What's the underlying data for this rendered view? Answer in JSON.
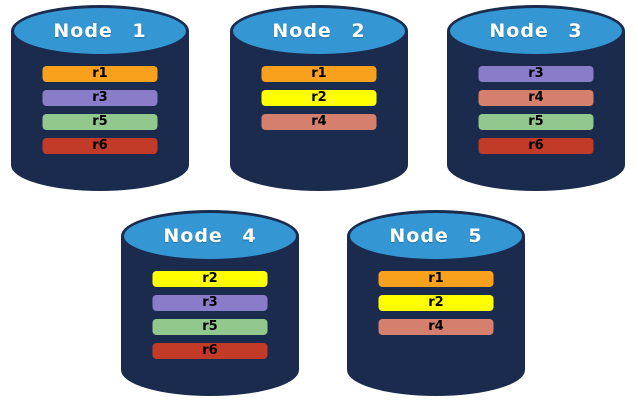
{
  "diagram": {
    "background": "#FFFFFF",
    "colors": {
      "cylinder_body": "#1B2B4D",
      "cylinder_top": "#3496D3",
      "title_text": "#FFFFFF",
      "bar_text": "#000000"
    },
    "replica_colors": {
      "r1": "#F9A11C",
      "r2": "#FFFF00",
      "r3": "#8A7CC9",
      "r4": "#D5806F",
      "r5": "#92C78E",
      "r6": "#C13B28"
    },
    "nodes": [
      {
        "title": "Node 1",
        "replicas": [
          "r1",
          "r3",
          "r5",
          "r6"
        ]
      },
      {
        "title": "Node 2",
        "replicas": [
          "r1",
          "r2",
          "r4"
        ]
      },
      {
        "title": "Node 3",
        "replicas": [
          "r3",
          "r4",
          "r5",
          "r6"
        ]
      },
      {
        "title": "Node 4",
        "replicas": [
          "r2",
          "r3",
          "r5",
          "r6"
        ]
      },
      {
        "title": "Node 5",
        "replicas": [
          "r1",
          "r2",
          "r4"
        ]
      }
    ]
  }
}
